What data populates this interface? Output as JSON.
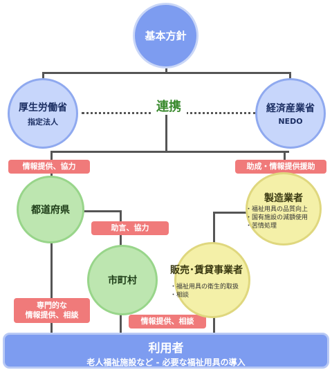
{
  "nodes": {
    "policy": "基本方針",
    "mhlw": {
      "title": "厚生労働省",
      "sub": "指定法人"
    },
    "meti": {
      "title": "経済産業省",
      "sub": "NEDO"
    },
    "link": "連携",
    "prefecture": "都道府県",
    "municipality": "市町村",
    "manufacturer": {
      "title": "製造業者",
      "bullets": [
        "福祉用具の品質向上",
        "国有施設の減額使用",
        "苦情処理"
      ]
    },
    "dealer": {
      "title": "販売･賃貸事業者",
      "bullets": [
        "福祉用具の衛生的取扱",
        "相談"
      ]
    },
    "user": {
      "title": "利用者",
      "sub": "老人福祉施設など - 必要な福祉用具の導入"
    }
  },
  "labels": {
    "info_cooperation": "情報提供、協力",
    "subsidy_info": "助成・情報提供援助",
    "advice_cooperation": "助言、協力",
    "specialized_line1": "専門的な",
    "specialized_line2": "情報提供、相談",
    "info_consult": "情報提供、相談"
  },
  "colors": {
    "ministry_blue": "#7d9cf0",
    "local_green": "#bde6b0",
    "business_yellow": "#f4f0a8",
    "label_red": "#f07a7a",
    "link_green": "#3a8a2e"
  }
}
